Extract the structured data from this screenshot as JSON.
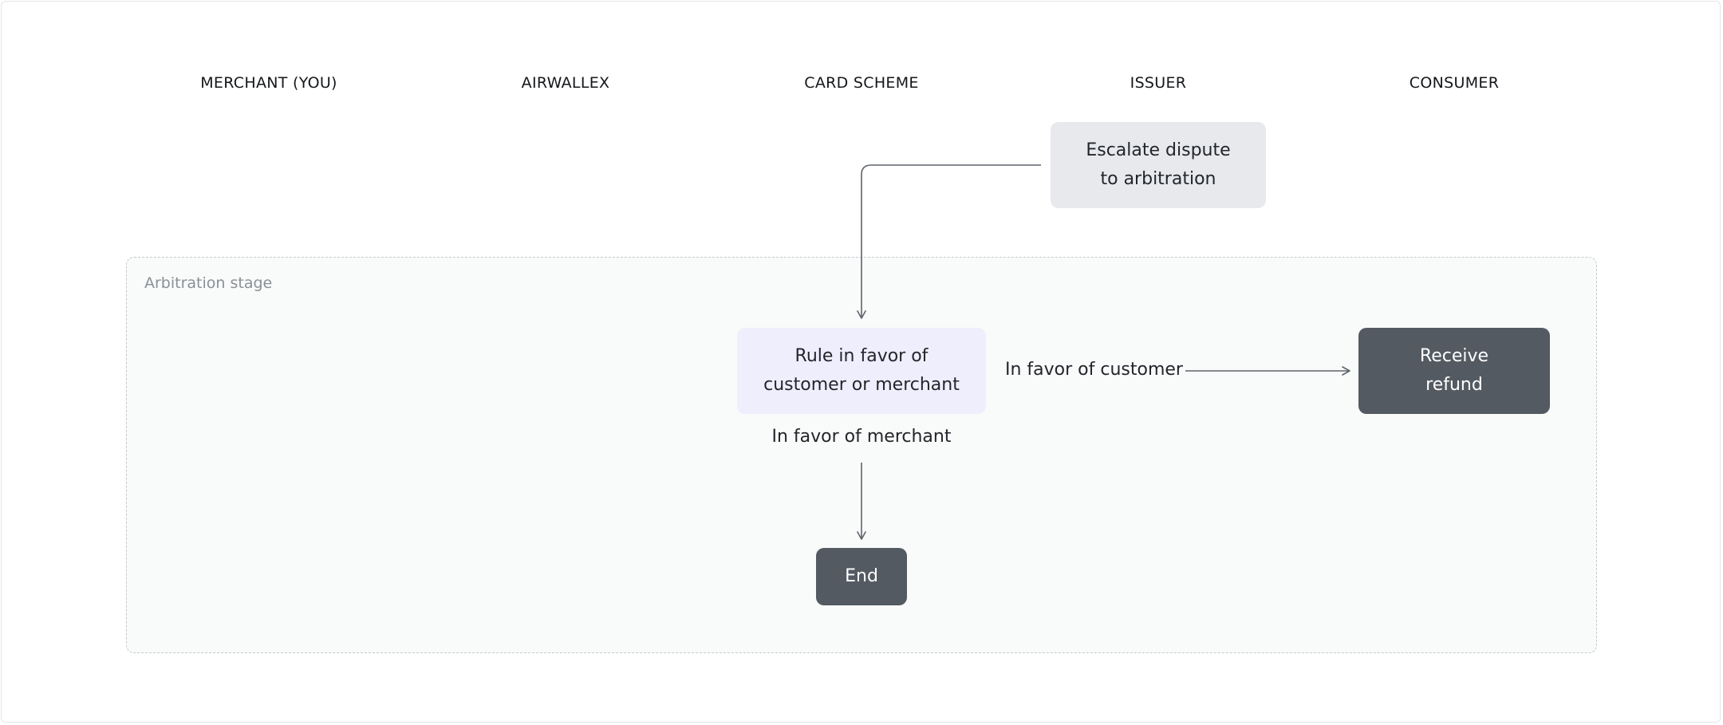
{
  "lanes": [
    {
      "label": "MERCHANT (YOU)"
    },
    {
      "label": "AIRWALLEX"
    },
    {
      "label": "CARD SCHEME"
    },
    {
      "label": "ISSUER"
    },
    {
      "label": "CONSUMER"
    }
  ],
  "stage": {
    "label": "Arbitration stage"
  },
  "nodes": {
    "escalate": {
      "line1": "Escalate dispute",
      "line2": "to arbitration"
    },
    "rule": {
      "line1": "Rule in favor of",
      "line2": "customer or merchant"
    },
    "refund": {
      "line1": "Receive",
      "line2": "refund"
    },
    "end": {
      "label": "End"
    }
  },
  "edges": {
    "customer": "In favor of customer",
    "merchant": "In favor of merchant"
  },
  "colors": {
    "node_light": "#e8e9ec",
    "node_purple": "#efeefd",
    "node_dark": "#545a62",
    "connector": "#5f646b"
  }
}
